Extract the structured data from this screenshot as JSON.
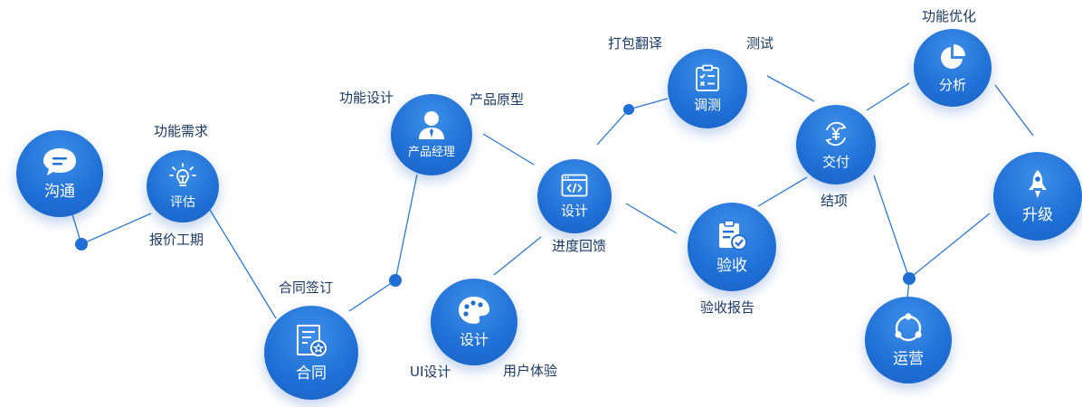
{
  "nodes": {
    "goutong": "沟通",
    "pinggu": "评估",
    "hetong": "合同",
    "chanpin_jingli": "产品经理",
    "sheji_main": "设计",
    "sheji_ui": "设计",
    "tiaoce": "调测",
    "yanshou": "验收",
    "jiaofu": "交付",
    "fenxi": "分析",
    "shengji": "升级",
    "yunying": "运营"
  },
  "labels": {
    "gongneng_xuqiu": "功能需求",
    "baojia_gongqi": "报价工期",
    "hetong_qianding": "合同签订",
    "gongneng_sheji": "功能设计",
    "chanpin_yuanxing": "产品原型",
    "jindu_huikui": "进度回馈",
    "ui_sheji": "UI设计",
    "yonghu_tiyan": "用户体验",
    "dabao_fanyi": "打包翻译",
    "ceshi": "测试",
    "yanshou_baogao": "验收报告",
    "jiexiang": "结项",
    "gongneng_youhua": "功能优化"
  },
  "colors": {
    "node": "#1f6fd6",
    "line": "#2a7ad8",
    "text": "#1a3a6a"
  },
  "icons": {
    "goutong": "chat-bubble-icon",
    "pinggu": "lightbulb-icon",
    "hetong": "contract-document-icon",
    "chanpin_jingli": "manager-person-icon",
    "sheji_main": "code-window-icon",
    "sheji_ui": "palette-icon",
    "tiaoce": "clipboard-checklist-icon",
    "yanshou": "clipboard-check-icon",
    "jiaofu": "yuan-cycle-icon",
    "fenxi": "pie-chart-icon",
    "shengji": "rocket-icon",
    "yunying": "cycle-icon"
  }
}
